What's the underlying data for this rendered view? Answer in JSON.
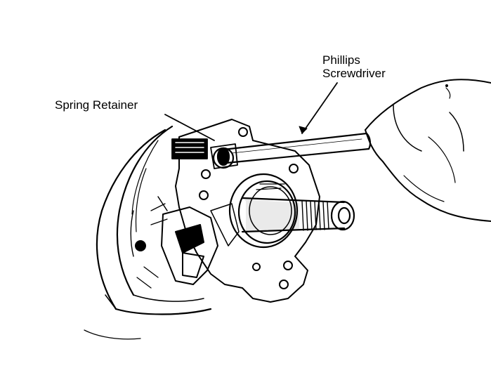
{
  "labels": {
    "spring_retainer": "Spring Retainer",
    "phillips_line1": "Phillips",
    "phillips_line2": "Screwdriver"
  }
}
